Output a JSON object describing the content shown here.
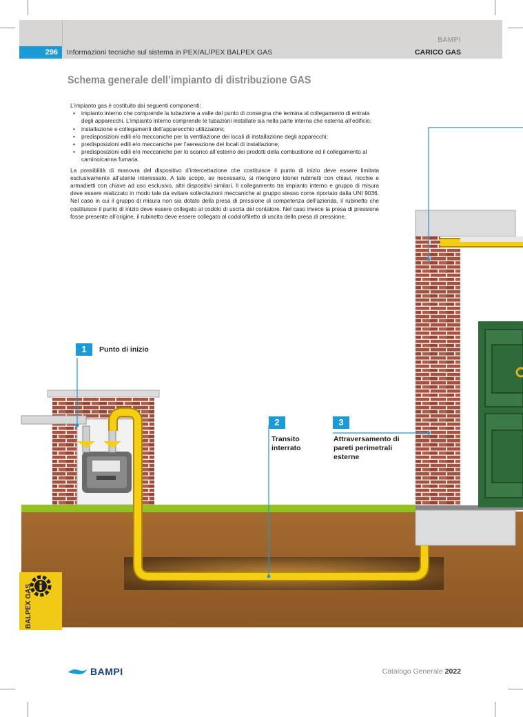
{
  "header": {
    "page_number": "296",
    "title": "Informazioni tecniche sul sistema in PEX/AL/PEX BALPEX GAS",
    "brand": "BAMPI",
    "section": "CARICO GAS"
  },
  "main": {
    "heading": "Schema generale dell’impianto di distribuzione GAS",
    "intro": "L’impianto gas è costituito dai seguenti componenti:",
    "bullets": [
      "impianto interno che comprende la tubazione a valle del punto di consegna che termina al collegamento di entrata degli apparecchi. L’impianto interno comprende le tubazioni installate sia nella parte interna che esterna all’edificio;",
      "installazione e collegamenti dell’apparecchio utilizzatore;",
      "predisposizioni edili e/o meccaniche per la ventilazione dei locali di installazione degli apparecchi;",
      "predisposizioni edili e/o meccaniche per l’aereazione dei locali di installazione;",
      "predisposizioni edili e/o meccaniche per lo scarico all’esterno dei prodotti della combustione ed il collegamento al camino/canna fumaria."
    ],
    "paragraph": "La possibilità di manovra del dispositivo d’intercettazione che costituisce il punto di inizio deve essere limitata esclusivamente all’utente interessato. A tale scopo, se necessario, si ritengono idonei rubinetti con chiavi, nicchie e armadietti con chiave ad uso esclusivo, altri dispositivi similari. Il collegamento tra impianto interno e gruppo di misura deve essere realizzato in modo tale da evitare sollecitazioni meccaniche al gruppo stesso come riportato dalla UNI 9036. Nel caso in cui il gruppo di misura non sia dotato della presa di pressione di competenza dell’azienda, il rubinetto che costituisce il punto di inizio deve essere collegato al codolo di uscita del contatore. Nel caso invece la presa di pressione fosse presente all’origine, il rubinetto deve essere collegato al codolo/filetto di uscita della presa di pressione."
  },
  "diagram": {
    "labels": [
      {
        "number": "1",
        "text": "Punto di inizio"
      },
      {
        "number": "2",
        "text_lines": [
          "Transito",
          "interrato"
        ]
      },
      {
        "number": "3",
        "text_lines": [
          "Attraversamento di",
          "pareti perimetrali",
          "esterne"
        ]
      }
    ]
  },
  "side_tab": {
    "text": "BALPEX GAS"
  },
  "footer": {
    "logo": "BAMPI",
    "catalog": "Catalogo Generale",
    "year": "2022"
  },
  "colors": {
    "accent_blue": "#1a9ad7",
    "pipe_yellow": "#f6cf12",
    "brick": "#a8503f",
    "grass": "#93c11f",
    "soil": "#a0662e",
    "door_green": "#2f6a3a",
    "tab_yellow": "#f2c914"
  },
  "icons": [
    "gear-info-icon",
    "bampi-logo-icon",
    "gas-meter-icon",
    "valve-icon"
  ]
}
